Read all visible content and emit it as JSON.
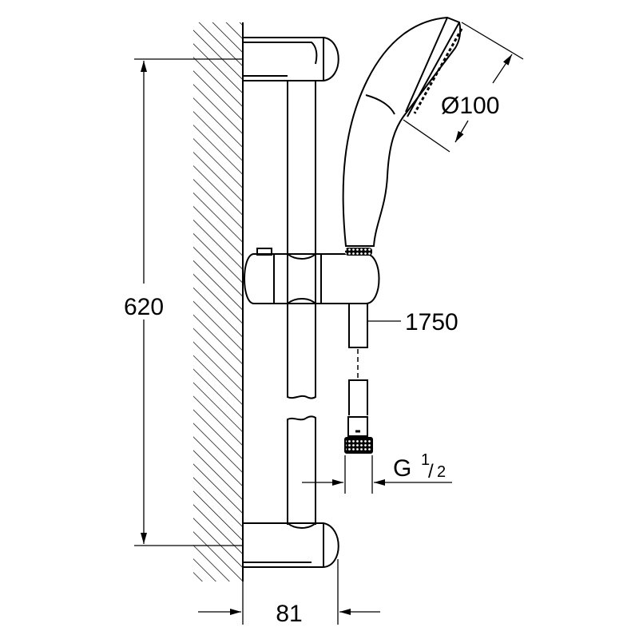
{
  "dimensions": {
    "rail_height": "620",
    "wall_projection": "81",
    "head_diameter": "Ø100",
    "hose_length": "1750",
    "thread_letter": "G",
    "thread_num": "1",
    "thread_den": "2"
  },
  "colors": {
    "line": "#000000",
    "background": "#ffffff"
  }
}
